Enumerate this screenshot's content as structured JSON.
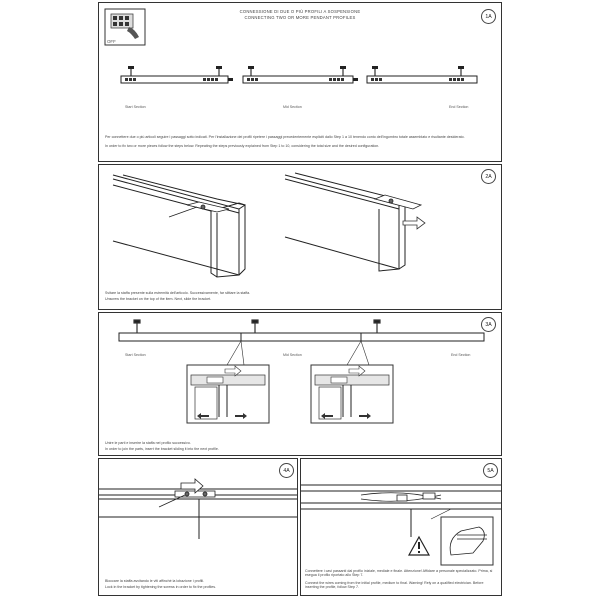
{
  "header": {
    "title_it": "CONNESSIONE DI DUE O PIÙ PROFILI A SOSPENSIONE",
    "title_en": "CONNECTING TWO OR MORE PENDANT PROFILES",
    "off_label": "OFF"
  },
  "step1": {
    "badge": "1A",
    "labels": [
      "Start Section",
      "Mid Section",
      "End Section"
    ],
    "caption_it": "Per connettere due o più articoli seguire i passaggi sotto indicati. Per l'installazione dei profili ripetere i passaggi precedentemente espliciti dallo Step 1 a 10 tenendo conto dell'ingombro totale assemblato e risultante desiderato.",
    "caption_en": "In order to fix two or more pieces follow the steps below. Repeating the steps previously explained from Step 1 to 10, considering the total size and the desired configuration."
  },
  "step2": {
    "badge": "2A",
    "caption_it": "Svitare la staffa presente sulla estremità dell'articolo. Successivamente, far slittare la staffa.",
    "caption_en": "Unscrew the bracket on the top of the item. Next, slide the bracket."
  },
  "step3": {
    "badge": "3A",
    "labels": [
      "Start Section",
      "Mid Section",
      "End Section"
    ],
    "caption_it": "Unire le parti e inserire la staffa nel profilo successivo.",
    "caption_en": "In order to join the parts, insert the bracket sliding it into the next profile."
  },
  "step4": {
    "badge": "4A",
    "caption_it": "Bloccare la staffa avvitando le viti affinché la lobazione i profili.",
    "caption_en": "Lock in the bracket by tightening the screws in order to fix the profiles."
  },
  "step5": {
    "badge": "5A",
    "caption_it": "Connettere i cavi passanti dal profilo iniziale, mediale e finale. Attenzione! Affidare a personale specializzato. Prima, si esegua il profilo riportato allo Step 7.",
    "caption_en": "Connect the wires coming from the initial profile, medium to final. Warning! Rely on a qualified electrician. Before inserting the profile, follow Step 7."
  }
}
